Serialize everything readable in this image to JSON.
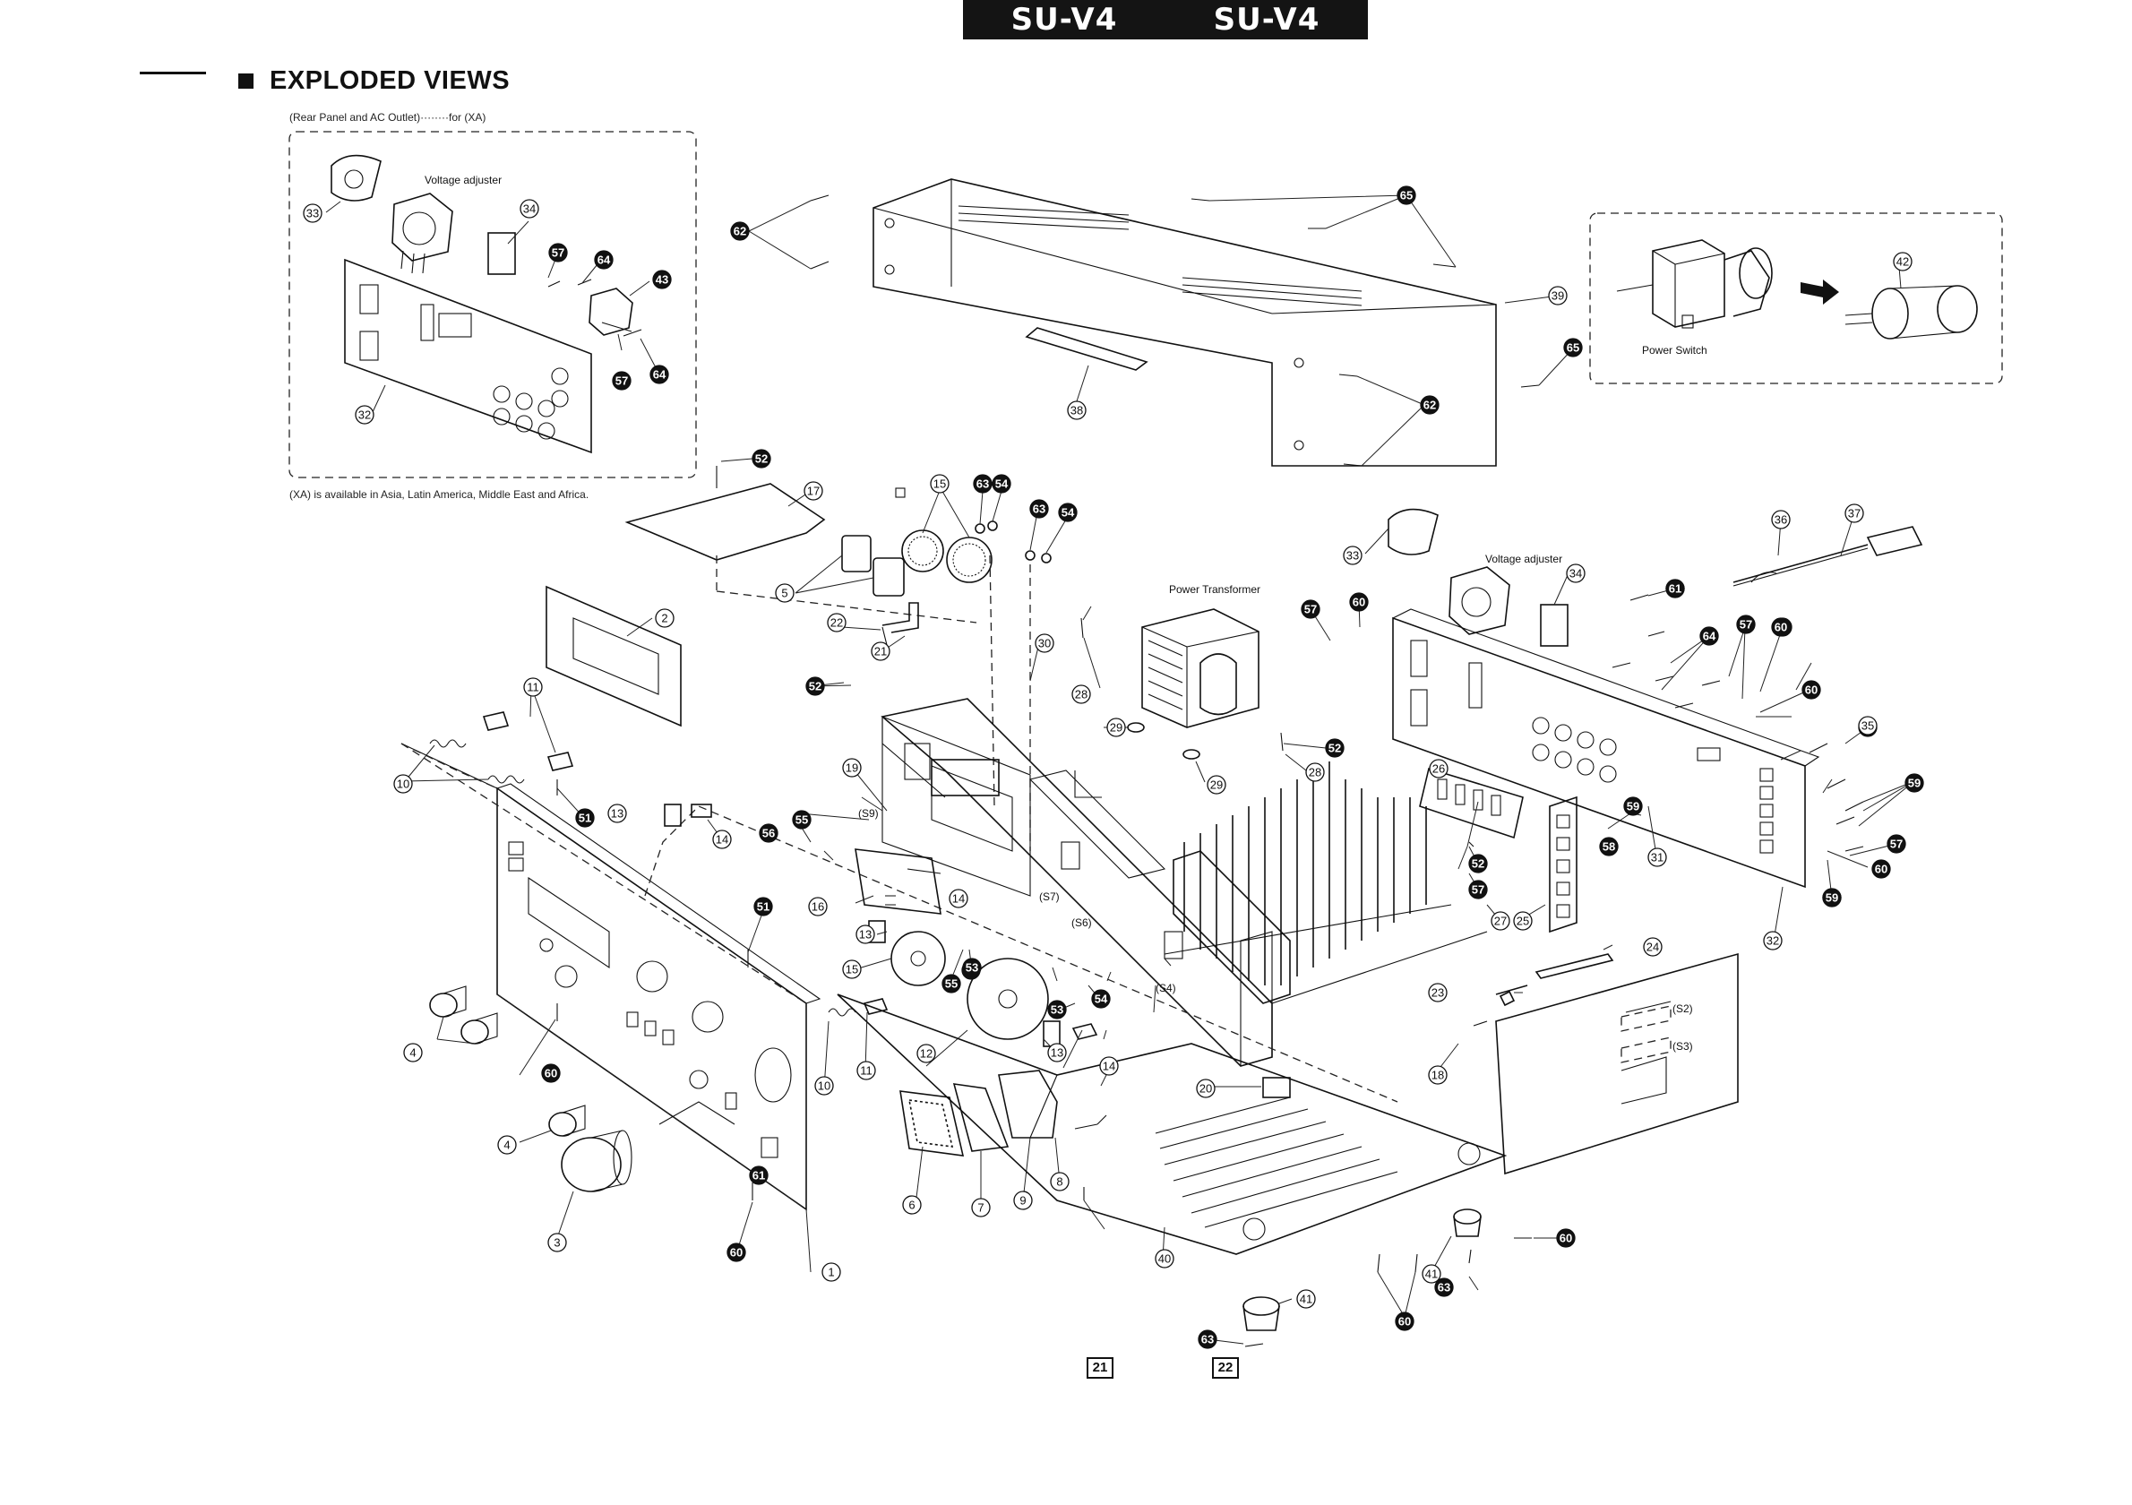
{
  "header": {
    "model_left": "SU-V4",
    "model_right": "SU-V4"
  },
  "section": {
    "title": "EXPLODED VIEWS"
  },
  "inset_rear": {
    "caption": "(Rear Panel and AC Outlet)········for (XA)",
    "voltage_label": "Voltage adjuster",
    "note": "(XA) is available in Asia, Latin America, Middle East and Africa."
  },
  "inset_switch": {
    "label": "Power Switch"
  },
  "labels": {
    "power_transformer": "Power Transformer",
    "voltage_adjuster": "Voltage adjuster",
    "s2": "(S2)",
    "s3": "(S3)",
    "s4": "(S4)",
    "s6": "(S6)",
    "s7": "(S7)",
    "s9": "(S9)"
  },
  "page_numbers": {
    "left": "21",
    "right": "22"
  },
  "callouts": [
    {
      "n": "33",
      "filled": false
    },
    {
      "n": "34",
      "filled": false
    },
    {
      "n": "57",
      "filled": true
    },
    {
      "n": "64",
      "filled": true
    },
    {
      "n": "43",
      "filled": true
    },
    {
      "n": "32",
      "filled": false
    },
    {
      "n": "62",
      "filled": true
    },
    {
      "n": "65",
      "filled": true
    },
    {
      "n": "39",
      "filled": false
    },
    {
      "n": "38",
      "filled": false
    },
    {
      "n": "42",
      "filled": false
    },
    {
      "n": "52",
      "filled": true
    },
    {
      "n": "17",
      "filled": false
    },
    {
      "n": "15",
      "filled": false
    },
    {
      "n": "63",
      "filled": true
    },
    {
      "n": "54",
      "filled": true
    },
    {
      "n": "5",
      "filled": false
    },
    {
      "n": "22",
      "filled": false
    },
    {
      "n": "21",
      "filled": false
    },
    {
      "n": "30",
      "filled": false
    },
    {
      "n": "28",
      "filled": false
    },
    {
      "n": "29",
      "filled": false
    },
    {
      "n": "36",
      "filled": false
    },
    {
      "n": "37",
      "filled": false
    },
    {
      "n": "61",
      "filled": true
    },
    {
      "n": "60",
      "filled": true
    },
    {
      "n": "2",
      "filled": false
    },
    {
      "n": "11",
      "filled": false
    },
    {
      "n": "10",
      "filled": false
    },
    {
      "n": "51",
      "filled": true
    },
    {
      "n": "13",
      "filled": false
    },
    {
      "n": "14",
      "filled": false
    },
    {
      "n": "19",
      "filled": false
    },
    {
      "n": "55",
      "filled": true
    },
    {
      "n": "56",
      "filled": true
    },
    {
      "n": "53",
      "filled": true
    },
    {
      "n": "16",
      "filled": false
    },
    {
      "n": "26",
      "filled": false
    },
    {
      "n": "58",
      "filled": true
    },
    {
      "n": "31",
      "filled": false
    },
    {
      "n": "35",
      "filled": false
    },
    {
      "n": "59",
      "filled": true
    },
    {
      "n": "25",
      "filled": false
    },
    {
      "n": "27",
      "filled": false
    },
    {
      "n": "24",
      "filled": false
    },
    {
      "n": "23",
      "filled": false
    },
    {
      "n": "18",
      "filled": false
    },
    {
      "n": "20",
      "filled": false
    },
    {
      "n": "12",
      "filled": false
    },
    {
      "n": "4",
      "filled": false
    },
    {
      "n": "6",
      "filled": false
    },
    {
      "n": "7",
      "filled": false
    },
    {
      "n": "8",
      "filled": false
    },
    {
      "n": "9",
      "filled": false
    },
    {
      "n": "3",
      "filled": false
    },
    {
      "n": "1",
      "filled": false
    },
    {
      "n": "40",
      "filled": false
    },
    {
      "n": "41",
      "filled": false
    }
  ]
}
